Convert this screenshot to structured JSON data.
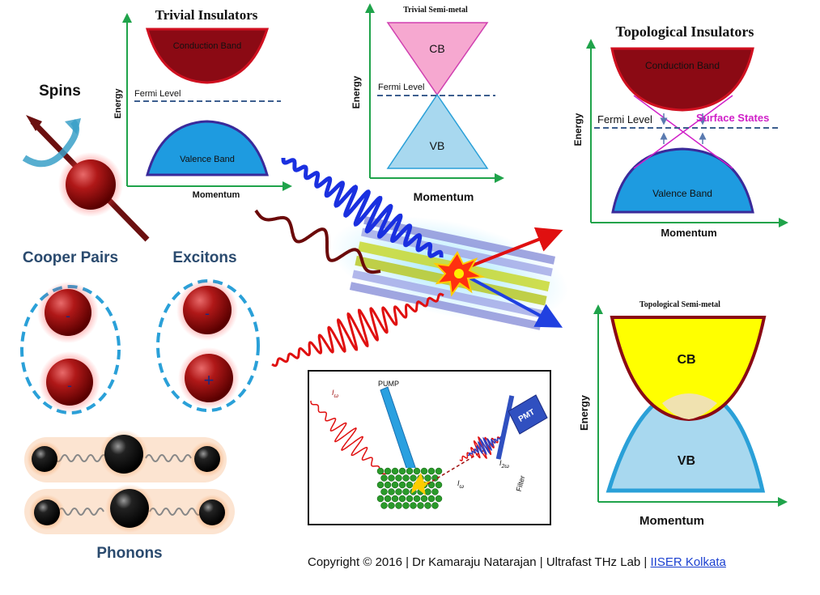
{
  "left": {
    "spins": "Spins",
    "cooper_pairs": "Cooper Pairs",
    "excitons": "Excitons",
    "phonons": "Phonons",
    "minus": "-",
    "plus": "+"
  },
  "trivial_insulators": {
    "title": "Trivial Insulators",
    "conduction": "Conduction Band",
    "fermi": "Fermi Level",
    "valence": "Valence Band",
    "energy": "Energy",
    "momentum": "Momentum"
  },
  "trivial_semimetal": {
    "title": "Trivial Semi-metal",
    "cb": "CB",
    "fermi": "Fermi Level",
    "vb": "VB",
    "energy": "Energy",
    "momentum": "Momentum"
  },
  "topological_insulators": {
    "title": "Topological Insulators",
    "conduction": "Conduction Band",
    "fermi": "Fermi Level",
    "surface": "Surface States",
    "valence": "Valence Band",
    "energy": "Energy",
    "momentum": "Momentum"
  },
  "topological_semimetal": {
    "title": "Topological Semi-metal",
    "cb": "CB",
    "vb": "VB",
    "energy": "Energy",
    "momentum": "Momentum"
  },
  "inset": {
    "pump": "PUMP",
    "pmt": "PMT",
    "filter": "Filter",
    "i_omega_left": "I",
    "sub_omega": "ω",
    "i_omega_right": "I",
    "i_2omega": "I",
    "sub_2omega": "2ω"
  },
  "footer": {
    "copyright": "Copyright © 2016 | Dr Kamaraju Natarajan | Ultrafast THz Lab | ",
    "link": "IISER Kolkata"
  },
  "colors": {
    "axis_green": "#1fa34a",
    "conduction": "#8b0a14",
    "valence": "#1e9be0",
    "pink": "#f6a8d0",
    "lightblue": "#a8d8ef",
    "fermi_dash": "#3d5f8f",
    "surface": "#d020c8",
    "yellow": "#ffff00"
  }
}
